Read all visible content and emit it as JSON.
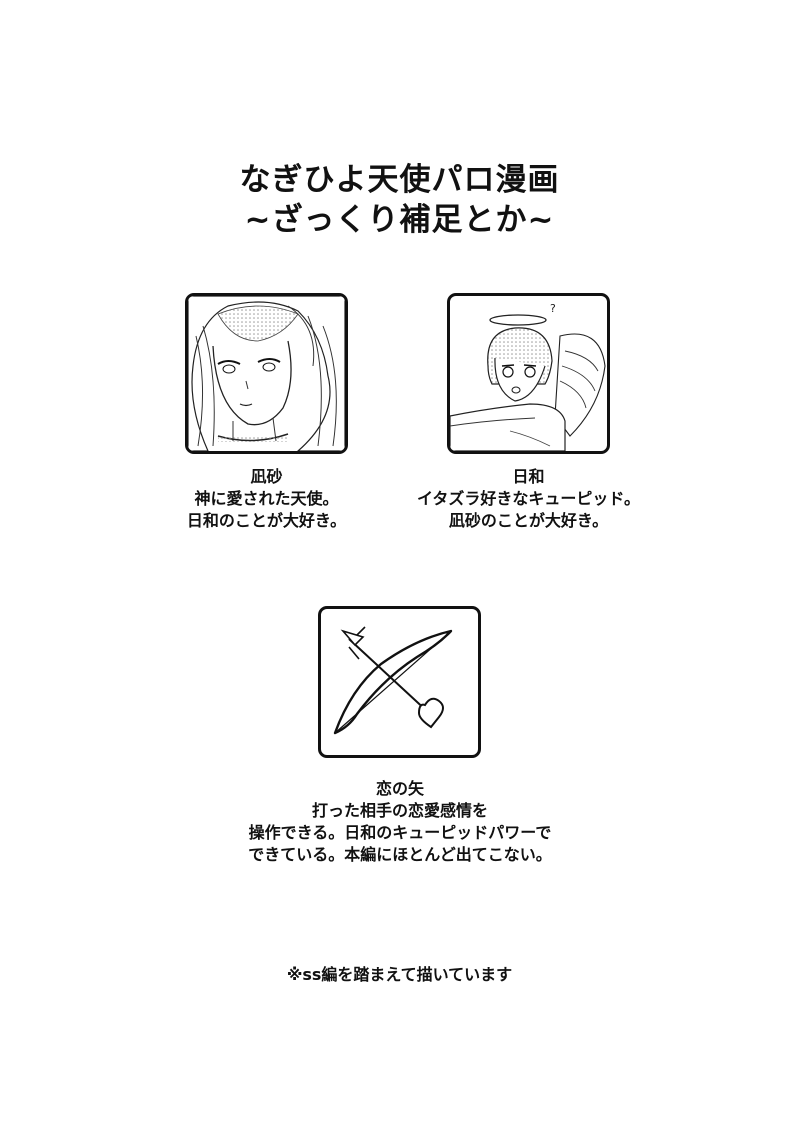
{
  "title": {
    "line1": "なぎひよ天使パロ漫画",
    "line2": "~ざっくり補足とか~"
  },
  "characters": [
    {
      "name": "凪砂",
      "lines": [
        "神に愛された天使。",
        "日和のことが大好き。"
      ]
    },
    {
      "name": "日和",
      "lines": [
        "イタズラ好きなキューピッド。",
        "凪砂のことが大好き。"
      ]
    }
  ],
  "item": {
    "name": "恋の矢",
    "lines": [
      "打った相手の恋愛感情を",
      "操作できる。日和のキューピッドパワーで",
      "できている。本編にほとんど出てこない。"
    ]
  },
  "footnote": "※ss編を踏まえて描いています",
  "colors": {
    "ink": "#111111",
    "background": "#ffffff",
    "screentone": "#bdbdbd"
  }
}
